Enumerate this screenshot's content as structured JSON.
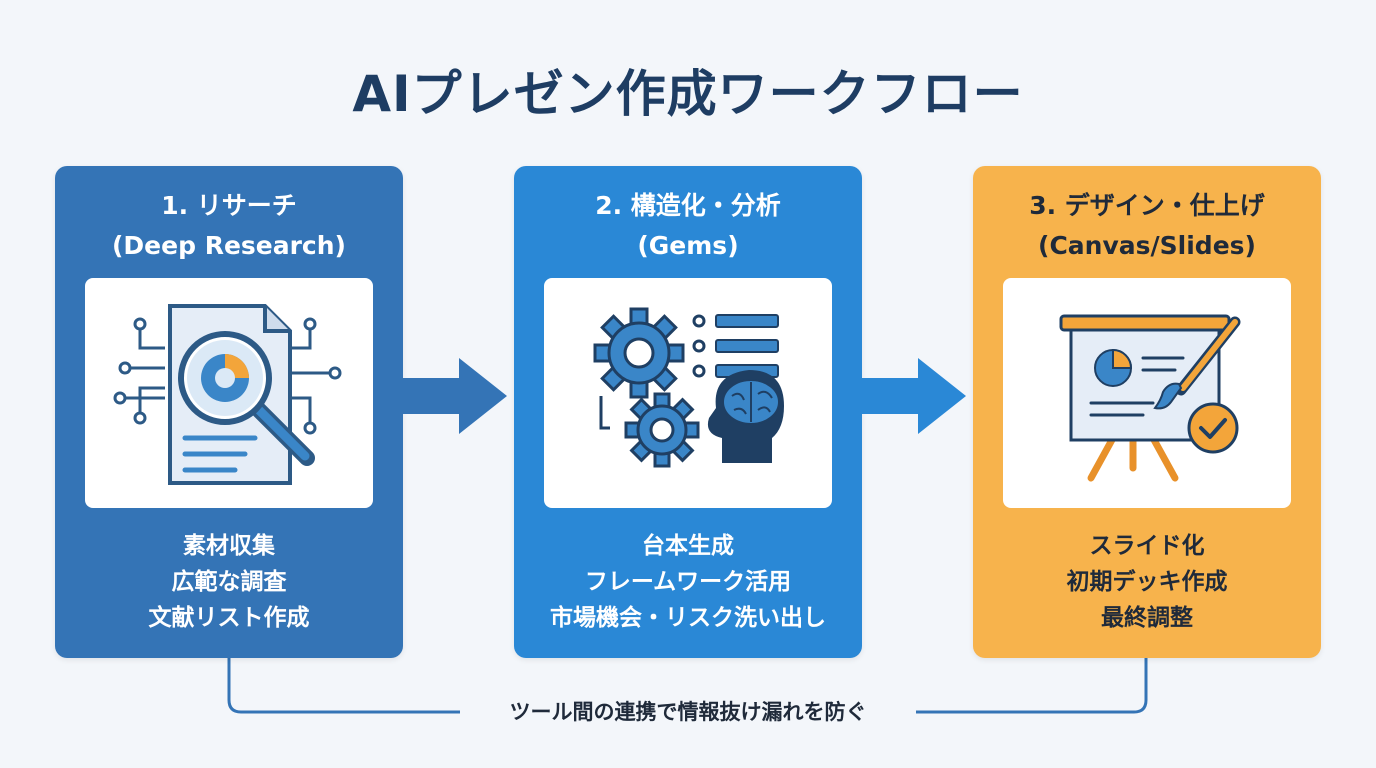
{
  "title": "AIプレゼン作成ワークフロー",
  "colors": {
    "step1": "#3474b6",
    "step2": "#2a88d6",
    "step3": "#f7b34c",
    "title": "#1e3d63"
  },
  "steps": [
    {
      "title_line1": "1. リサーチ",
      "title_line2": "(Deep Research)",
      "icon": "document-magnifier-chart-icon",
      "details": [
        "素材収集",
        "広範な調査",
        "文献リスト作成"
      ]
    },
    {
      "title_line1": "2. 構造化・分析",
      "title_line2": "(Gems)",
      "icon": "gears-list-brain-icon",
      "details": [
        "台本生成",
        "フレームワーク活用",
        "市場機会・リスク洗い出し"
      ]
    },
    {
      "title_line1": "3. デザイン・仕上げ",
      "title_line2": "(Canvas/Slides)",
      "icon": "presentation-board-brush-icon",
      "details": [
        "スライド化",
        "初期デッキ作成",
        "最終調整"
      ]
    }
  ],
  "footer_note": "ツール間の連携で情報抜け漏れを防ぐ"
}
